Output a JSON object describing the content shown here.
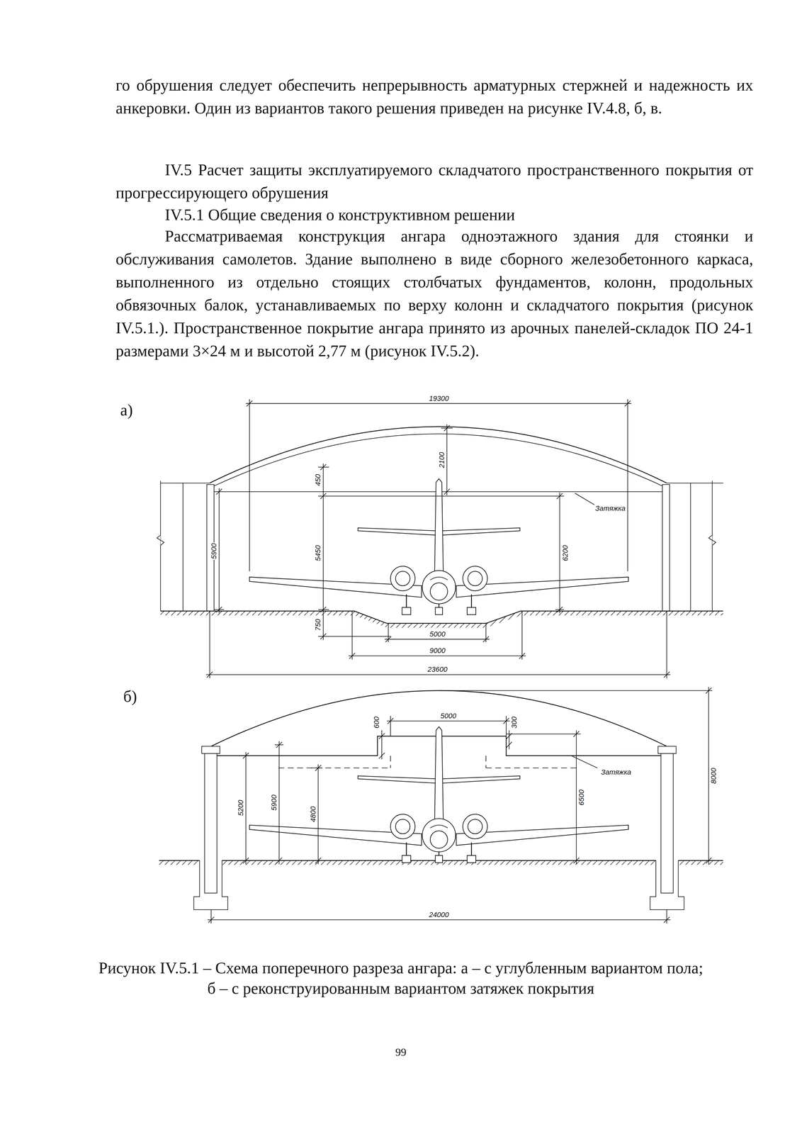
{
  "diagram": {
    "title": "IV.5 Расчет защиты эксплуатируемого складчатого пространственного покрытия от прогрессирующего обрушения",
    "caption": "Рисунок IV.5.1 – Схема поперечного разреза ангара: а – с углубленным вариантом пола; б – с реконструированным вариантом затяжек покрытия",
    "labels": [
      "го обрушения следует обеспечить непрерывность арматурных стержней и надежность их анкеровки. Один из вариантов такого решения приведен на рисунке IV.4.8, б, в.",
      "IV.5.1 Общие сведения о конструктивном решении",
      "Рассматриваемая конструкция ангара одноэтажного здания для стоянки и обслуживания самолетов. Здание выполнено в виде сборного железобетонного каркаса, выполненного из отдельно стоящих столбчатых фундаментов, колонн, продольных обвязочных балок, устанавливаемых по верху колонн и складчатого покрытия (рисунок IV.5.1.). Пространственное покрытие ангара принято из арочных панелей-складок ПО 24-1 размерами 3×24 м и высотой 2,77 м (рисунок IV.5.2).",
      "а)",
      "19300",
      "450",
      "2100",
      "Затяжка",
      "5900",
      "5450",
      "6200",
      "750",
      "5000",
      "9000",
      "23600",
      "б)",
      "600",
      "5000",
      "300",
      "Затяжка",
      "5200",
      "5900",
      "4800",
      "6500",
      "8000",
      "24000",
      "99"
    ]
  }
}
